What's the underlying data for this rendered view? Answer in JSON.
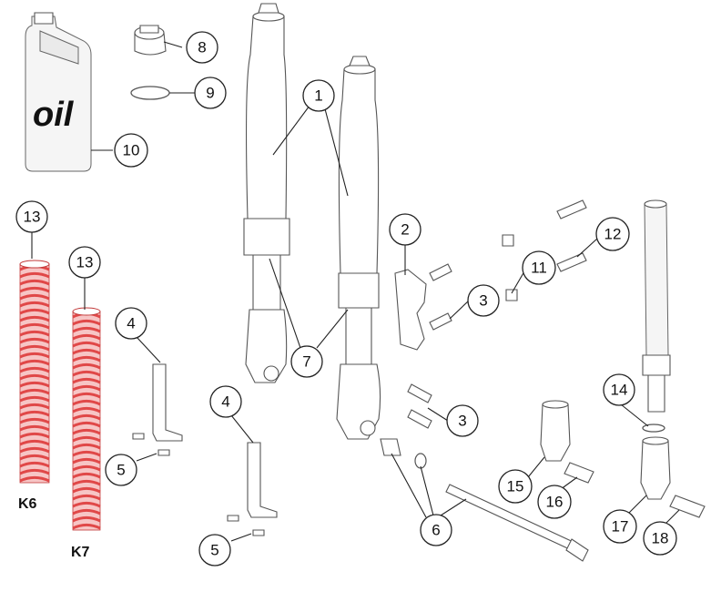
{
  "oil_bottle": {
    "label": "oil"
  },
  "callouts": {
    "c1": "1",
    "c2": "2",
    "c3a": "3",
    "c3b": "3",
    "c4a": "4",
    "c4b": "4",
    "c5a": "5",
    "c5b": "5",
    "c6": "6",
    "c7": "7",
    "c8": "8",
    "c9": "9",
    "c10": "10",
    "c11": "11",
    "c12": "12",
    "c13a": "13",
    "c13b": "13",
    "c14": "14",
    "c15": "15",
    "c16": "16",
    "c17": "17",
    "c18": "18"
  },
  "kits": {
    "k6": "K6",
    "k7": "K7"
  },
  "colors": {
    "spring": "#e04848",
    "outline": "#555555"
  }
}
